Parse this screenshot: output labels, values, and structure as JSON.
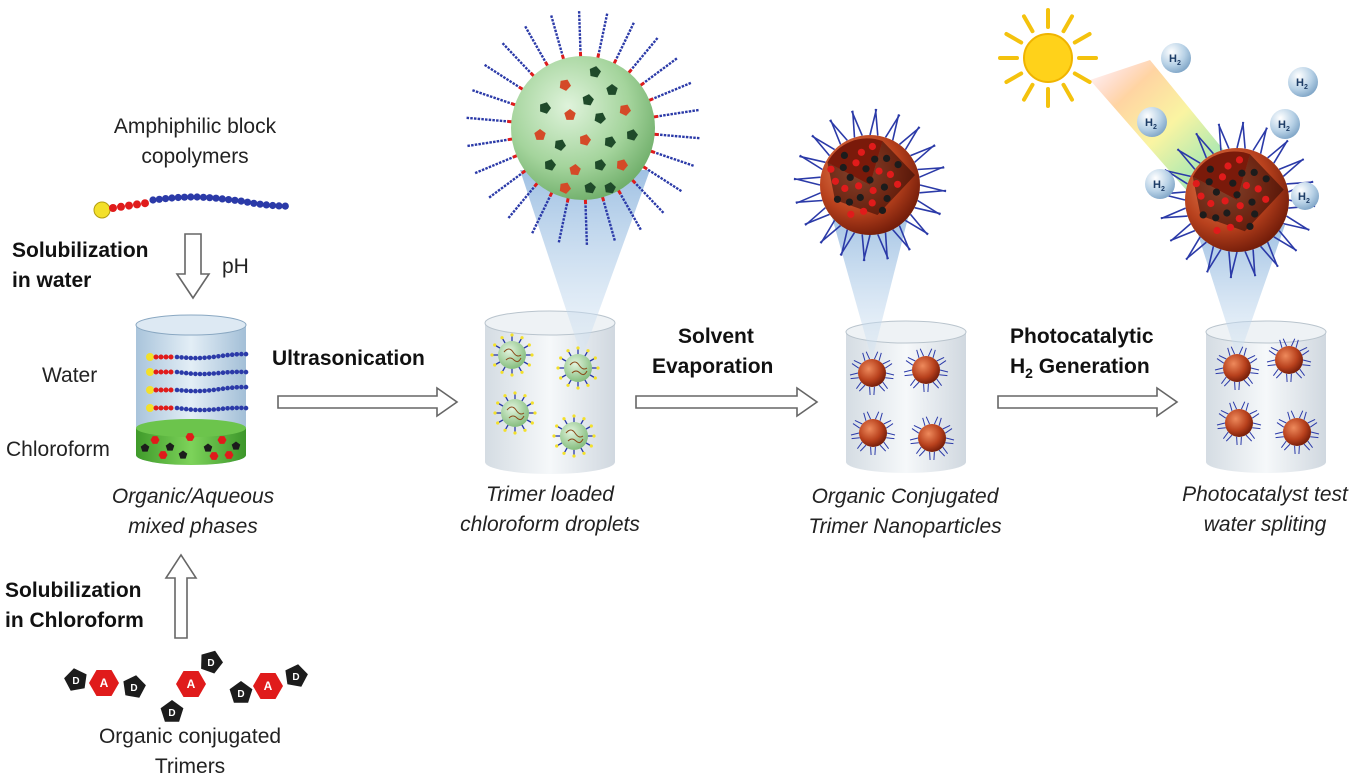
{
  "colors": {
    "water_phase": "#c9dcea",
    "chloroform_phase": "#5cb83a",
    "acceptor_red": "#e01b1b",
    "donor_black": "#1c1c1c",
    "copolymer_blue": "#2b3aa8",
    "droplet_green": "#a9d8a3",
    "nanoparticle_red": "#b53a1c",
    "sun_yellow": "#ffd21a",
    "h2_bubble": "#8fb5d6"
  },
  "labels": {
    "amphiphilic": [
      "Amphiphilic block",
      "copolymers"
    ],
    "solubilization_water": [
      "Solubilization",
      "in water"
    ],
    "ph": "pH",
    "water": "Water",
    "chloroform": "Chloroform",
    "organic_aqueous": [
      "Organic/Aqueous",
      "mixed phases"
    ],
    "solubilization_chloroform": [
      "Solubilization",
      "in Chloroform"
    ],
    "organic_trimers": [
      "Organic conjugated",
      "Trimers"
    ],
    "ultrasonication": "Ultrasonication",
    "trimer_loaded": [
      "Trimer loaded",
      "chloroform droplets"
    ],
    "solvent_evaporation": [
      "Solvent",
      "Evaporation"
    ],
    "nanoparticles": [
      "Organic Conjugated",
      "Trimer Nanoparticles"
    ],
    "photocatalytic": [
      "Photocatalytic",
      "H",
      "2",
      " Generation"
    ],
    "photocatalyst_test": [
      "Photocatalyst test",
      "water spliting"
    ],
    "donor_letter": "D",
    "acceptor_letter": "A",
    "h2_label": [
      "H",
      "2"
    ]
  }
}
